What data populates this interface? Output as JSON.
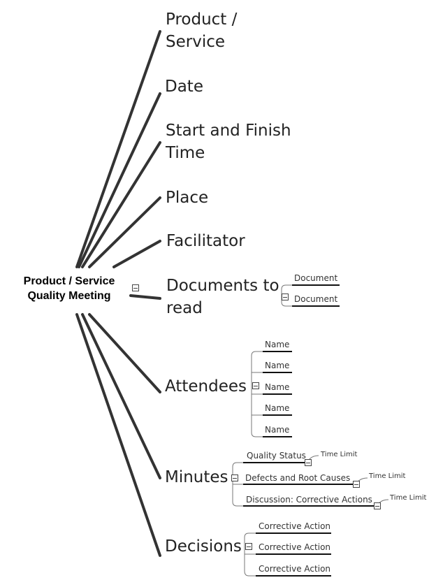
{
  "central_topic": {
    "line1": "Product / Service",
    "line2": "Quality Meeting"
  },
  "branches": {
    "product": {
      "line1": "Product /",
      "line2": "Service"
    },
    "date": {
      "label": "Date"
    },
    "time": {
      "line1": "Start and Finish",
      "line2": "Time"
    },
    "place": {
      "label": "Place"
    },
    "facilitator": {
      "label": "Facilitator"
    },
    "documents": {
      "line1": "Documents to",
      "line2": "read",
      "children": [
        "Document",
        "Document"
      ]
    },
    "attendees": {
      "label": "Attendees",
      "children": [
        "Name",
        "Name",
        "Name",
        "Name",
        "Name"
      ]
    },
    "minutes": {
      "label": "Minutes",
      "children": [
        {
          "label": "Quality Status",
          "note": "Time Limit"
        },
        {
          "label": "Defects and Root Causes",
          "note": "Time Limit"
        },
        {
          "label": "Discussion: Corrective Actions",
          "note": "Time Limit"
        }
      ]
    },
    "decisions": {
      "label": "Decisions",
      "children": [
        "Corrective Action",
        "Corrective Action",
        "Corrective Action"
      ]
    }
  },
  "colors": {
    "line": "#333333",
    "text": "#222222",
    "background": "#ffffff"
  }
}
